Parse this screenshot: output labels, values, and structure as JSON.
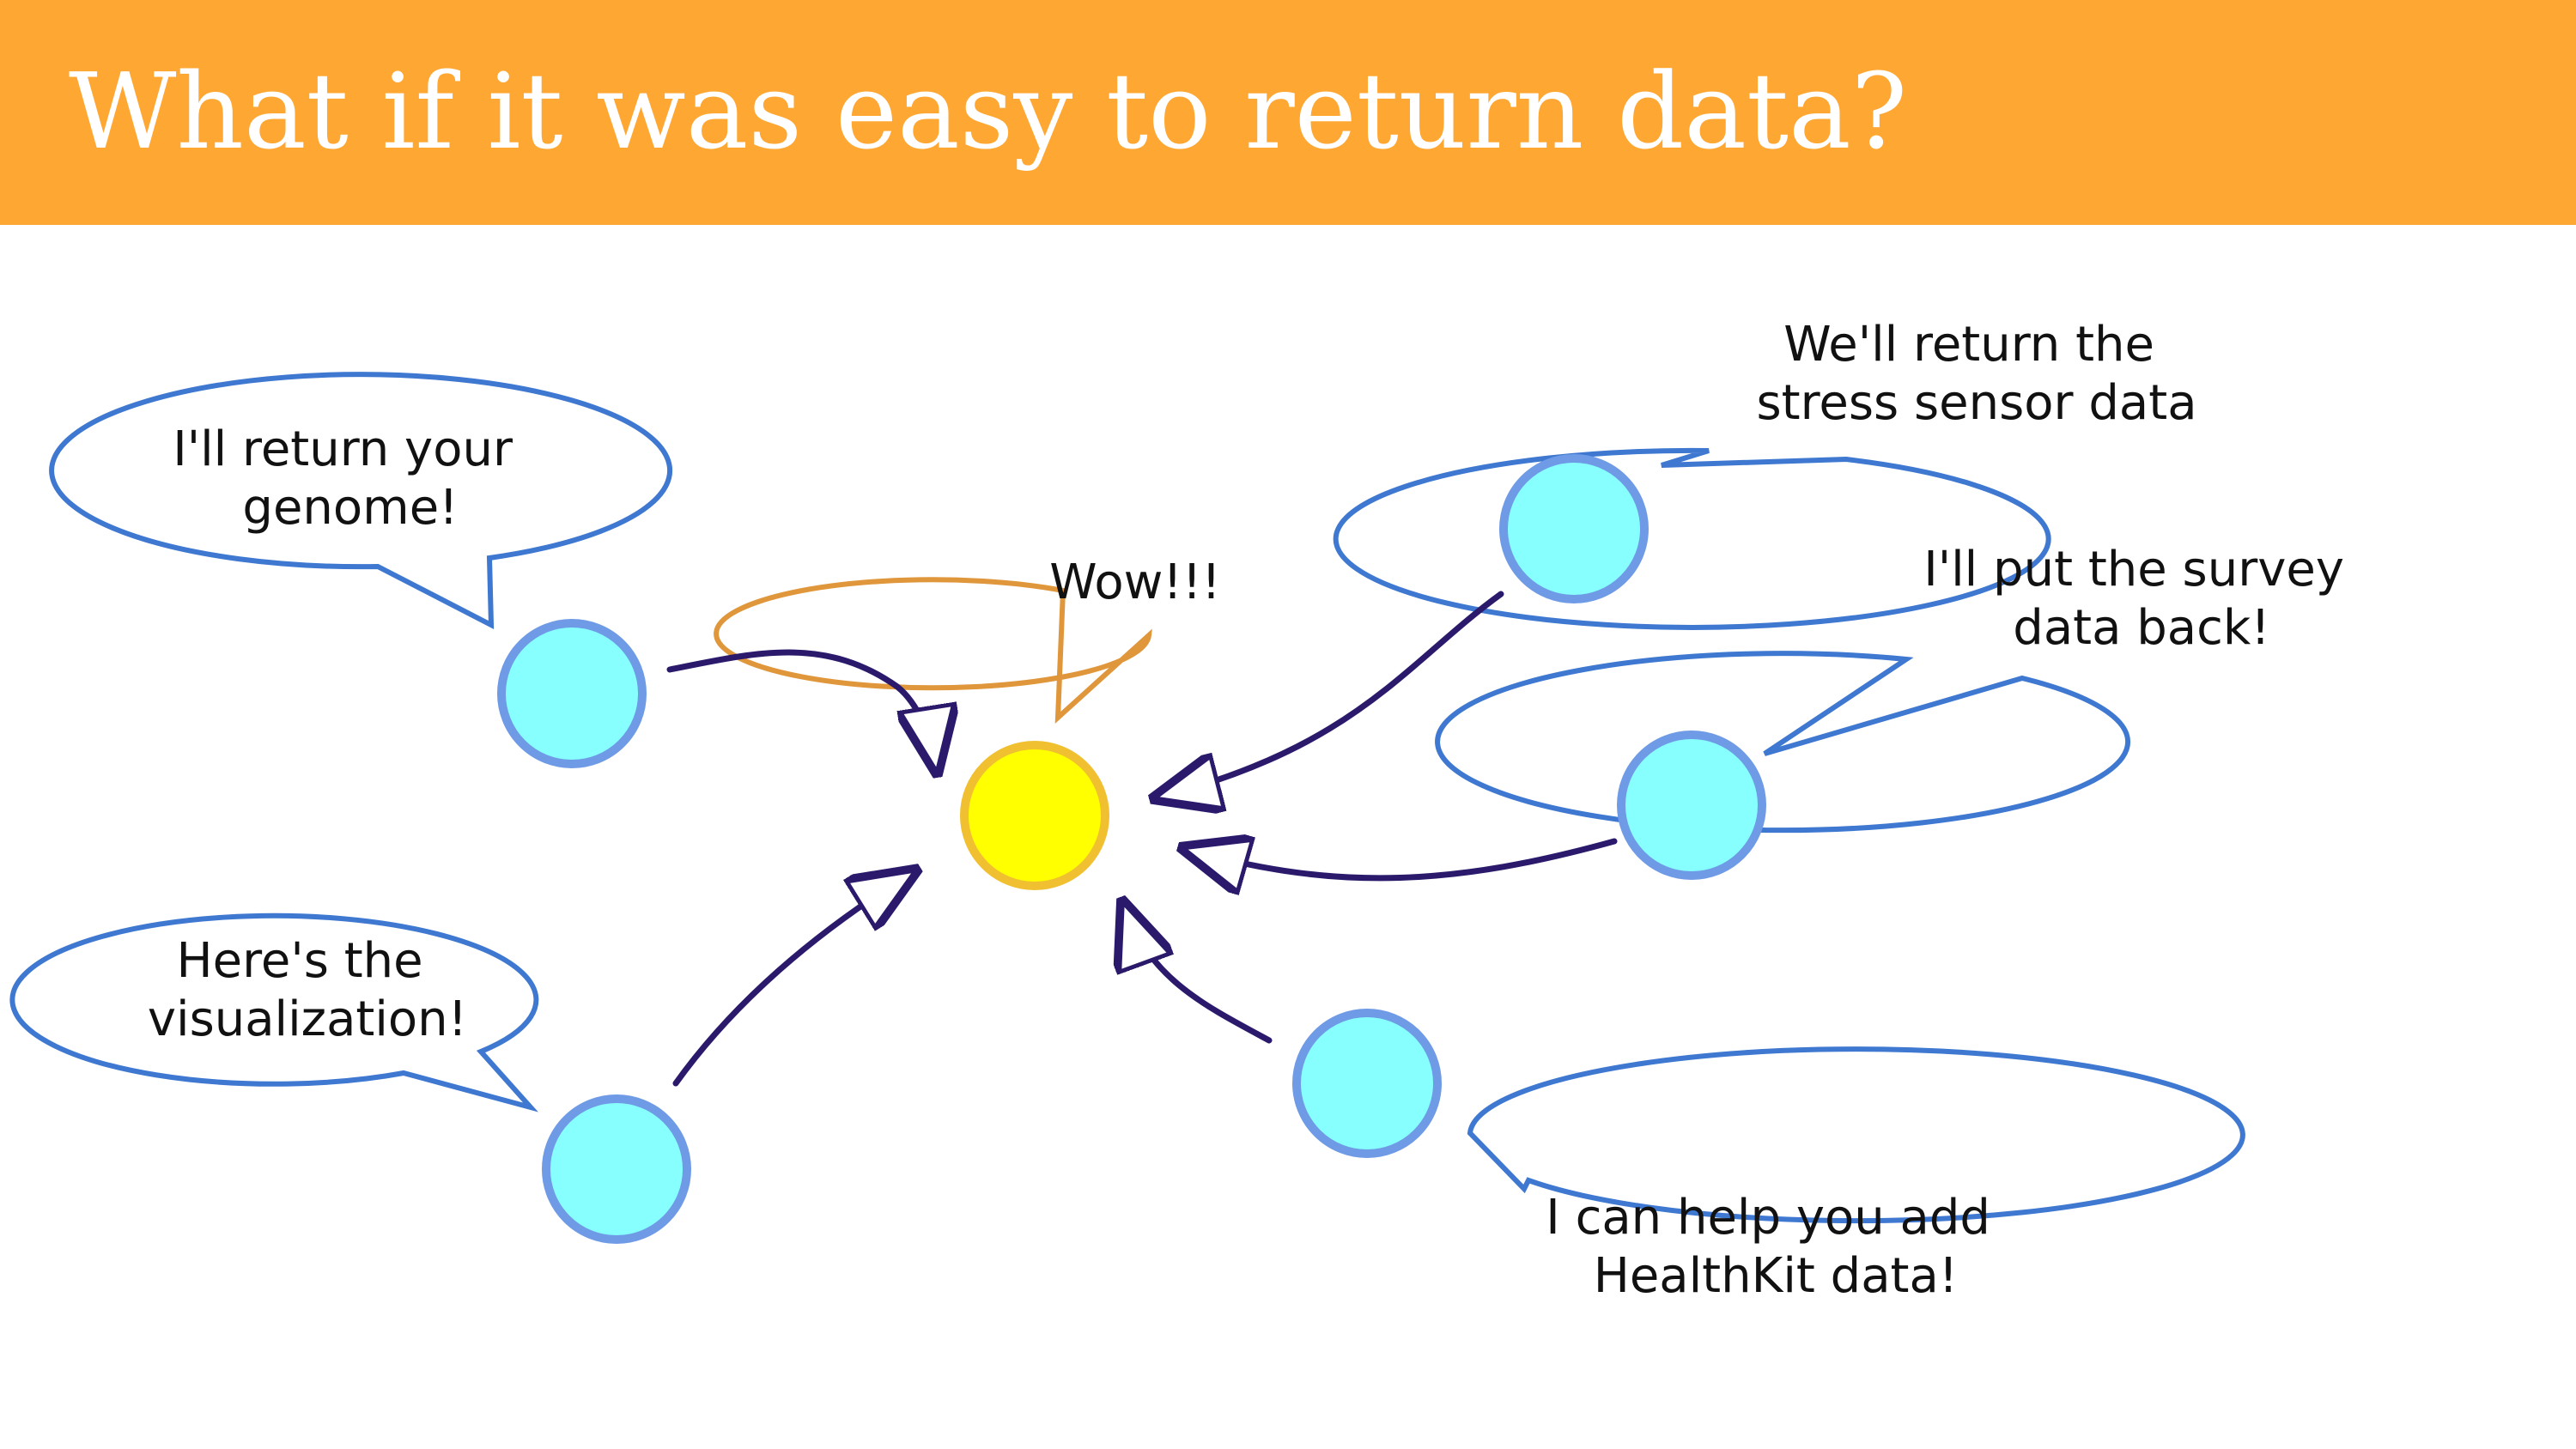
{
  "title": "What if it was easy to return data?",
  "colors": {
    "title_bar": "#FFA733",
    "title_text": "#FFFFFF",
    "participant_fill": "#88FFFF",
    "participant_stroke": "#6F9BE6",
    "center_fill": "#FFFF00",
    "center_stroke": "#F0C030",
    "arrow": "#2B1A6B",
    "bubble_stroke": "#3F78D0",
    "center_bubble_stroke": "#E0963A"
  },
  "diagram": {
    "center": {
      "bubble": {
        "lines": [
          "Wow!!!"
        ]
      }
    },
    "participants": [
      {
        "id": "genome",
        "bubble": {
          "lines": [
            "I'll return your",
            "genome!"
          ]
        }
      },
      {
        "id": "visualization",
        "bubble": {
          "lines": [
            "Here's the",
            "visualization!"
          ]
        }
      },
      {
        "id": "stress",
        "bubble": {
          "lines": [
            "We'll return the",
            "stress sensor data"
          ]
        }
      },
      {
        "id": "survey",
        "bubble": {
          "lines": [
            "I'll put the survey",
            "data back!"
          ]
        }
      },
      {
        "id": "healthkit",
        "bubble": {
          "lines": [
            "I can help you add",
            "HealthKit data!"
          ]
        }
      }
    ]
  }
}
